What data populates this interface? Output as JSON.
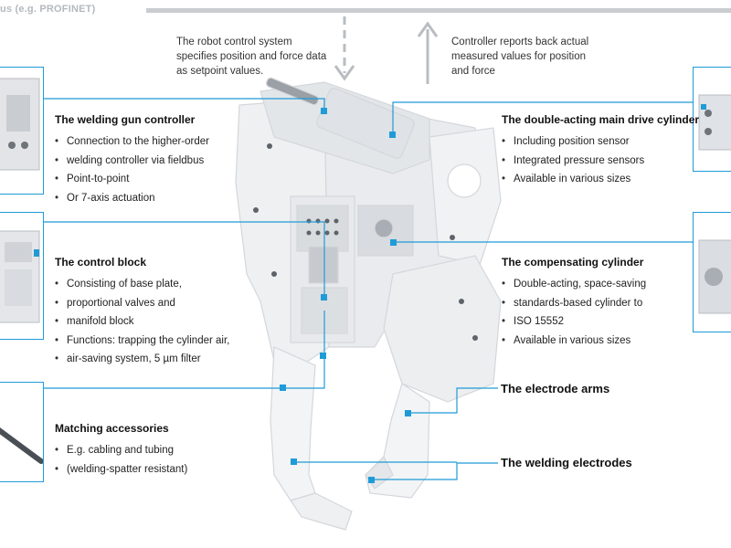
{
  "top_note": "us (e.g. PROFINET)",
  "flow": {
    "down_text": [
      "The robot control system",
      "specifies position and force data",
      "as setpoint values."
    ],
    "up_text": [
      "Controller reports back actual",
      "measured values for position",
      "and force"
    ]
  },
  "callouts": {
    "gun_controller": {
      "title": "The welding gun controller",
      "bullets": [
        "Connection to the higher-order",
        "welding controller via fieldbus",
        "Point-to-point",
        "Or 7-axis actuation"
      ]
    },
    "control_block": {
      "title": "The control block",
      "bullets": [
        "Consisting of base plate,",
        "proportional valves and",
        "manifold block",
        "Functions: trapping the cylinder air,",
        "air-saving system, 5 µm filter"
      ]
    },
    "accessories": {
      "title": "Matching accessories",
      "bullets": [
        "E.g. cabling and tubing",
        "(welding-spatter resistant)"
      ]
    },
    "main_drive": {
      "title": "The double-acting main drive cylinder",
      "bullets": [
        "Including position sensor",
        "Integrated pressure sensors",
        "Available in various sizes"
      ]
    },
    "compensating": {
      "title": "The compensating cylinder",
      "bullets": [
        "Double-acting, space-saving",
        "standards-based cylinder to",
        "ISO 15552",
        "Available in various sizes"
      ]
    },
    "electrode_arms": {
      "title": "The electrode arms"
    },
    "welding_electrodes": {
      "title": "The welding electrodes"
    }
  },
  "colors": {
    "accent": "#1f9bd7",
    "line": "#1f9bd7",
    "arrow": "#b9bdc2",
    "gun_body": "#eceef0",
    "gun_edge": "#d4d7db"
  }
}
